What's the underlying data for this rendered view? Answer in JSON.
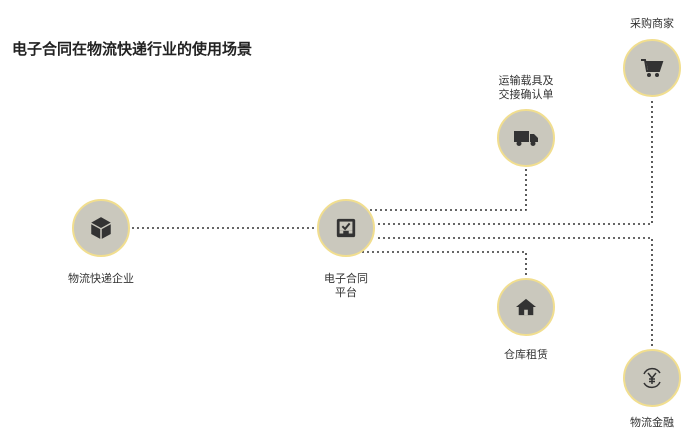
{
  "title": "电子合同在物流快递行业的使用场景",
  "nodes": {
    "enterprise": {
      "label": "物流快递企业",
      "icon": "box-icon"
    },
    "platform": {
      "label_line1": "电子合同",
      "label_line2": "平台",
      "icon": "checkbox-tray-icon"
    },
    "transport": {
      "label_line1": "运输载具及",
      "label_line2": "交接确认单",
      "icon": "truck-icon"
    },
    "purchase": {
      "label": "采购商家",
      "icon": "cart-icon"
    },
    "warehouse": {
      "label": "仓库租赁",
      "icon": "house-icon"
    },
    "finance": {
      "label": "物流金融",
      "icon": "yen-cycle-icon"
    }
  },
  "colors": {
    "node_fill": "#cac8bd",
    "node_border": "#f1de8f",
    "icon": "#333333"
  }
}
